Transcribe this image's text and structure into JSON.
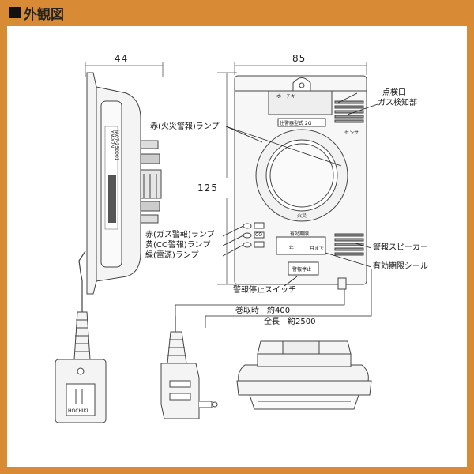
{
  "heading": "外観図",
  "dimensions": {
    "width_side": "44",
    "width_front": "85",
    "height": "125"
  },
  "front_labels": {
    "red_fire": "赤(火災警報)ランプ",
    "inspection_port": "点検口",
    "gas_sensor": "ガス検知部",
    "red_gas": "赤(ガス警報)ランプ",
    "yellow_co": "黄(CO警報)ランプ",
    "green_power": "緑(電源)ランプ",
    "alarm_speaker": "警報スピーカー",
    "expiry_seal": "有効期限シール",
    "alarm_stop_switch": "警報停止スイッチ"
  },
  "cord": {
    "wound_length": "巻取時　約400",
    "total_length": "全長　約2500"
  },
  "device_text": {
    "brand": "ホーチキ",
    "model_plate": "住警器型式 2G",
    "product_code": "YM-Y7N",
    "serial": "IA07-250001",
    "fire": "火災",
    "expiry_title": "有効期限",
    "year": "年",
    "month": "月まで",
    "stop_button": "警報停止",
    "co_mark": "CO",
    "sensor_mark": "センサ",
    "plug_brand": "HOCHIKI"
  }
}
